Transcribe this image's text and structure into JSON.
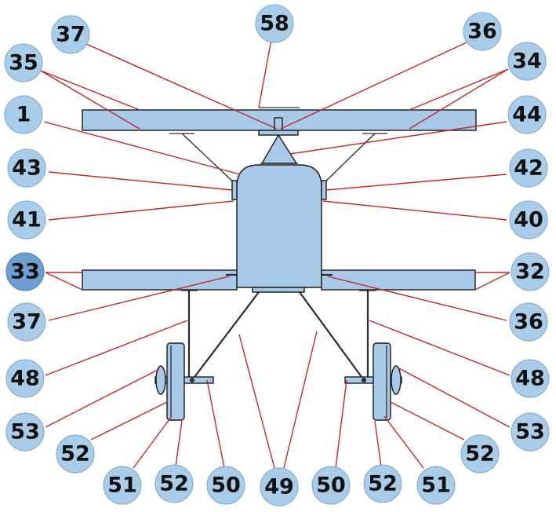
{
  "callouts": [
    {
      "id": "c58",
      "label": "58"
    },
    {
      "id": "c37-top",
      "label": "37"
    },
    {
      "id": "c36-top",
      "label": "36"
    },
    {
      "id": "c35",
      "label": "35"
    },
    {
      "id": "c34",
      "label": "34"
    },
    {
      "id": "c1",
      "label": "1"
    },
    {
      "id": "c44",
      "label": "44"
    },
    {
      "id": "c43",
      "label": "43"
    },
    {
      "id": "c42",
      "label": "42"
    },
    {
      "id": "c41",
      "label": "41"
    },
    {
      "id": "c40",
      "label": "40"
    },
    {
      "id": "c33",
      "label": "33"
    },
    {
      "id": "c32",
      "label": "32"
    },
    {
      "id": "c37-bottom",
      "label": "37"
    },
    {
      "id": "c36-bottom",
      "label": "36"
    },
    {
      "id": "c48-left",
      "label": "48"
    },
    {
      "id": "c48-right",
      "label": "48"
    },
    {
      "id": "c53-left",
      "label": "53"
    },
    {
      "id": "c53-right",
      "label": "53"
    },
    {
      "id": "c52-left-outer",
      "label": "52"
    },
    {
      "id": "c52-right-outer",
      "label": "52"
    },
    {
      "id": "c51-left",
      "label": "51"
    },
    {
      "id": "c52-left-inner",
      "label": "52"
    },
    {
      "id": "c50-left",
      "label": "50"
    },
    {
      "id": "c49",
      "label": "49"
    },
    {
      "id": "c50-right",
      "label": "50"
    },
    {
      "id": "c52-right-inner",
      "label": "52"
    },
    {
      "id": "c51-right",
      "label": "51"
    }
  ],
  "colors": {
    "part_fill": "#a9c9e8",
    "bubble_fill": "#a9cde9",
    "bubble_dark_fill": "#6f9fd0",
    "leader_line": "#c0282d",
    "outline": "#1a1a1a"
  }
}
